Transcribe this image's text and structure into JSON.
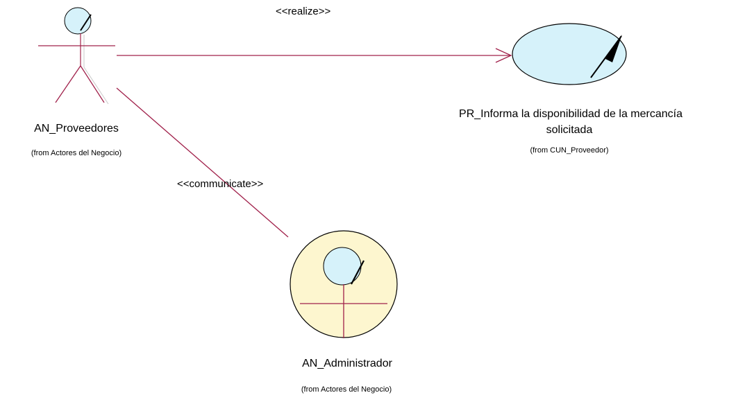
{
  "diagram": {
    "actor_proveedores": {
      "name": "AN_Proveedores",
      "origin": "(from Actores del Negocio)"
    },
    "actor_administrador": {
      "name": "AN_Administrador",
      "origin": "(from Actores del Negocio)"
    },
    "use_case": {
      "name_line1": "PR_Informa la disponibilidad de la mercancía",
      "name_line2": "solicitada",
      "origin": "(from CUN_Proveedor)"
    },
    "relations": {
      "realize": "<<realize>>",
      "communicate": "<<communicate>>"
    },
    "colors": {
      "line": "#a0204a",
      "light_blue": "#d6f2fa",
      "pale_yellow": "#fdf6cf",
      "outline": "#000000"
    }
  }
}
